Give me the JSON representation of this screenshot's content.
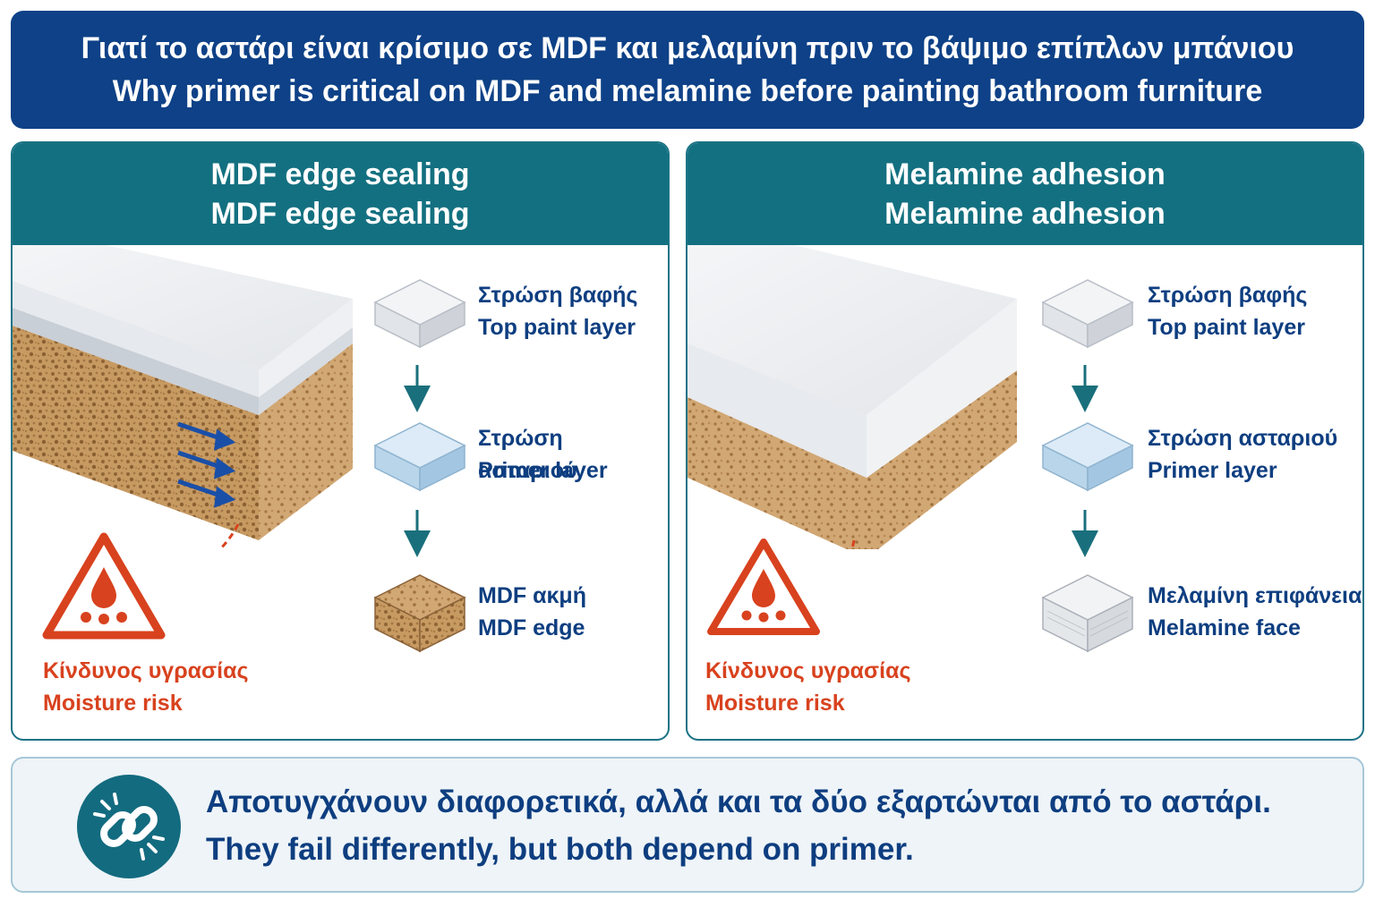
{
  "header": {
    "title_el": "Γιατί το αστάρι είναι κρίσιμο σε MDF και μελαμίνη πριν το βάψιμο επίπλων μπάνιου",
    "title_en": "Why primer is critical on MDF and melamine before painting bathroom furniture"
  },
  "left_panel": {
    "title_line1": "MDF edge sealing",
    "title_line2": "MDF edge sealing",
    "layers": [
      {
        "label_el": "Στρώση βαφής",
        "label_en": "Top paint layer",
        "icon": "paint-layer-cube-icon"
      },
      {
        "label_el": "Στρώση ασταριού",
        "label_en": "Primer layer",
        "icon": "primer-layer-cube-icon"
      },
      {
        "label_el": "MDF ακμή",
        "label_en": "MDF edge",
        "icon": "mdf-edge-cube-icon"
      }
    ],
    "risk": {
      "label_el": "Κίνδυνος υγρασίας",
      "label_en": "Moisture risk",
      "icon": "moisture-warning-icon"
    }
  },
  "right_panel": {
    "title_line1": "Melamine adhesion",
    "title_line2": "Melamine adhesion",
    "layers": [
      {
        "label_el": "Στρώση βαφής",
        "label_en": "Top paint layer",
        "icon": "paint-layer-cube-icon"
      },
      {
        "label_el": "Στρώση ασταριού",
        "label_en": "Primer layer",
        "icon": "primer-layer-cube-icon"
      },
      {
        "label_el": "Μελαμίνη επιφάνεια",
        "label_en": "Melamine face",
        "icon": "melamine-face-cube-icon"
      }
    ],
    "risk": {
      "label_el": "Κίνδυνος υγρασίας",
      "label_en": "Moisture risk",
      "icon": "moisture-warning-icon"
    }
  },
  "footer": {
    "text_el": "Αποτυγχάνουν διαφορετικά, αλλά και τα δύο εξαρτώνται από το αστάρι.",
    "text_en": "They fail differently, but both depend on primer.",
    "icon": "broken-link-icon"
  },
  "colors": {
    "header_bg": "#0e4187",
    "panel_head_bg": "#137080",
    "label_text": "#0e3e80",
    "risk": "#d8421e",
    "footer_bg": "#eef4f8"
  }
}
